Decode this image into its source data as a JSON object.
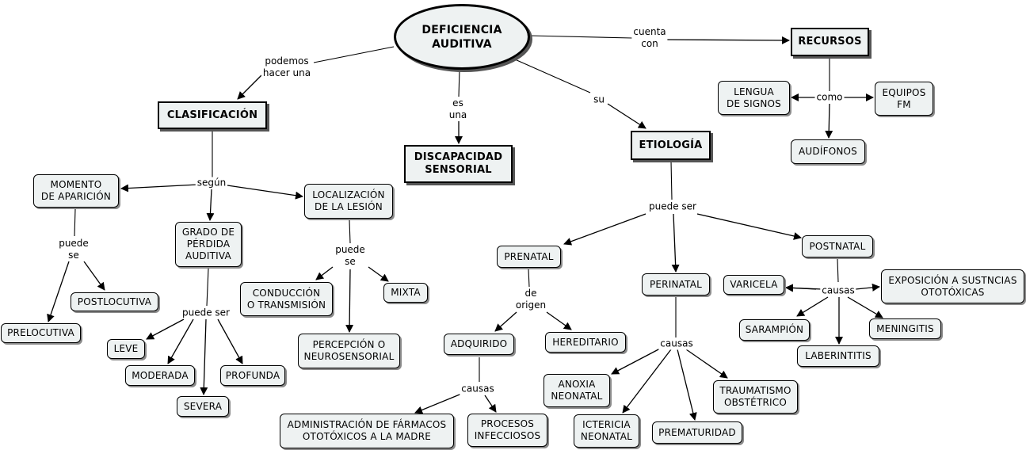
{
  "nodes": {
    "root": "DEFICIENCIA\nAUDITIVA",
    "clasificacion": "CLASIFICACIÓN",
    "discapacidad": "DISCAPACIDAD\nSENSORIAL",
    "etiologia": "ETIOLOGÍA",
    "recursos": "RECURSOS",
    "lengua": "LENGUA\nDE SIGNOS",
    "equipos": "EQUIPOS\nFM",
    "audifonos": "AUDÍFONOS",
    "momento": "MOMENTO\nDE APARICIÓN",
    "grado": "GRADO DE\nPÉRDIDA\nAUDITIVA",
    "localizacion": "LOCALIZACIÓN\nDE LA LESIÓN",
    "postlocutiva": "POSTLOCUTIVA",
    "prelocutiva": "PRELOCUTIVA",
    "leve": "LEVE",
    "moderada": "MODERADA",
    "severa": "SEVERA",
    "profunda": "PROFUNDA",
    "conduccion": "CONDUCCIÓN\nO TRANSMISIÓN",
    "mixta": "MIXTA",
    "percepcion": "PERCEPCIÓN O\nNEUROSENSORIAL",
    "prenatal": "PRENATAL",
    "perinatal": "PERINATAL",
    "postnatal": "POSTNATAL",
    "adquirido": "ADQUIRIDO",
    "hereditario": "HEREDITARIO",
    "administracion": "ADMINISTRACIÓN DE FÁRMACOS\nOTOTÓXICOS A LA MADRE",
    "procesos": "PROCESOS\nINFECCIOSOS",
    "anoxia": "ANOXIA\nNEONATAL",
    "ictericia": "ICTERICIA\nNEONATAL",
    "prematuridad": "PREMATURIDAD",
    "traumatismo": "TRAUMATISMO\nOBSTÉTRICO",
    "varicela": "VARICELA",
    "exposicion": "EXPOSICIÓN A SUSTNCIAS\nOTOTÓXICAS",
    "sarampion": "SARAMPIÓN",
    "meningitis": "MENINGITIS",
    "laberintitis": "LABERINTITIS"
  },
  "labels": {
    "podemos": "podemos\nhacer una",
    "es_una": "es\nuna",
    "su": "su",
    "cuenta_con": "cuenta\ncon",
    "como": "como",
    "segun": "según",
    "puede_se": "puede\nse",
    "puede_ser_grado": "puede ser",
    "puede_se_loc": "puede\nse",
    "puede_ser_etio": "puede ser",
    "de_origen": "de\norigen",
    "causas_adq": "causas",
    "causas_peri": "causas",
    "causas_post": "causas"
  }
}
